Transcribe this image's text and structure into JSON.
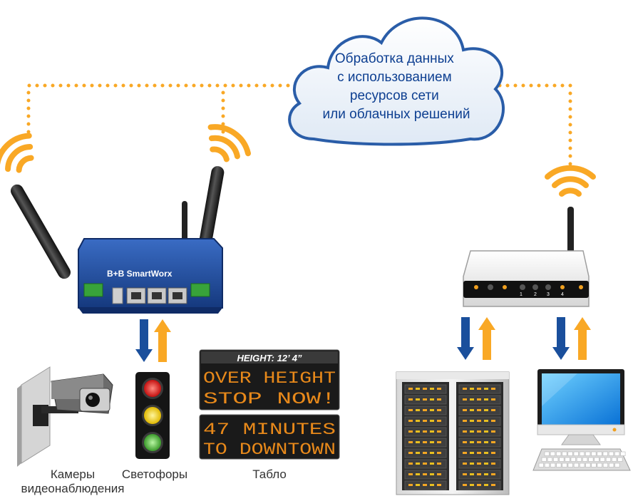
{
  "cloud": {
    "lines": [
      "Обработка данных",
      "с использованием",
      "ресурсов сети",
      "или облачных решений"
    ]
  },
  "router": {
    "brand": "B+B SmartWorx"
  },
  "wifi_router": {
    "port_labels": [
      "1",
      "2",
      "3",
      "4"
    ]
  },
  "signs": {
    "header": "HEIGHT: 12’ 4”",
    "sign1": [
      "OVER HEIGHT",
      "STOP NOW!"
    ],
    "sign2": [
      "47 MINUTES",
      "TO DOWNTOWN"
    ]
  },
  "labels": {
    "cameras": [
      "Камеры",
      "видеонаблюдения"
    ],
    "traffic_lights": "Светофоры",
    "signs": "Табло"
  },
  "colors": {
    "arrow_down": "#1a4f9c",
    "arrow_up": "#f9a825",
    "wifi": "#f9a825",
    "dotted_link": "#f9a825",
    "cloud_text": "#0d3f91",
    "router_body": "#1f4da6",
    "led_text": "#e8891a",
    "tl_red": "#e02020",
    "tl_yellow": "#f5d215",
    "tl_green": "#4caf3a"
  }
}
